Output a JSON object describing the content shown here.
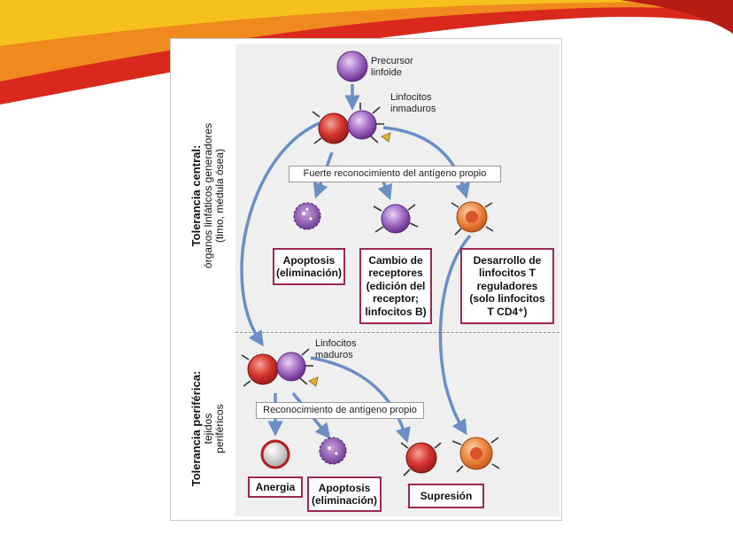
{
  "figure": {
    "central": {
      "title": "Tolerancia central:",
      "subtitle_1": "órganos linfáticos generadores",
      "subtitle_2": "(timo, médula ósea)"
    },
    "peripheral": {
      "title": "Tolerancia periférica:",
      "subtitle_1": "tejidos",
      "subtitle_2": "periféricos"
    },
    "labels": {
      "precursor_1": "Precursor",
      "precursor_2": "linfoide",
      "immature_1": "Linfocitos",
      "immature_2": "inmaduros",
      "mature_1": "Linfocitos",
      "mature_2": "maduros"
    },
    "banners": {
      "central": "Fuerte reconocimiento del antígeno propio",
      "peripheral": "Reconocimiento de antígeno propio"
    },
    "outcomes": {
      "apoptosis_central_1": "Apoptosis",
      "apoptosis_central_2": "(eliminación)",
      "receptor_1": "Cambio de",
      "receptor_2": "receptores",
      "receptor_3": "(edición del",
      "receptor_4": "receptor;",
      "receptor_5": "linfocitos B)",
      "treg_1": "Desarrollo de",
      "treg_2": "linfocitos T",
      "treg_3": "reguladores",
      "treg_4": "(solo linfocitos",
      "treg_5": "T CD4⁺)",
      "anergy": "Anergia",
      "apoptosis_peripheral_1": "Apoptosis",
      "apoptosis_peripheral_2": "(eliminación)",
      "suppression": "Supresión"
    },
    "colors": {
      "red_cell": "#c8282a",
      "purple_cell": "#7b3f9e",
      "orange_cell": "#e8733a",
      "arrow": "#6a8fc4",
      "box_border": "#9b2a4a"
    }
  }
}
